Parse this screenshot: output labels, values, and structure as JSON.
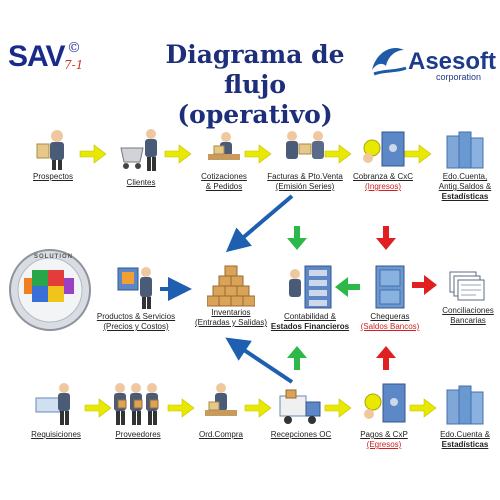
{
  "header": {
    "title_line1": "Diagrama de flujo",
    "title_line2": "(operativo)",
    "sav_brand": "SAV",
    "sav_copyright": "©",
    "sav_version": "7-1",
    "asesoft_name": "Asesoft",
    "asesoft_sub": "corporation",
    "solution_badge": "SOLUTION"
  },
  "nodes": {
    "prospectos": {
      "label": "Prospectos"
    },
    "clientes": {
      "label": "Clientes"
    },
    "cotizaciones": {
      "label1": "Cotizaciones",
      "label2": "& Pedidos"
    },
    "facturas": {
      "label1": "Facturas & Pto.Venta",
      "label2": "(Emisión Series)"
    },
    "cobranza": {
      "label1": "Cobranza & CxC",
      "label2": "(Ingresos)"
    },
    "edo_cuenta_top": {
      "label1": "Edo.Cuenta,",
      "label2": "Antig.Saldos &",
      "label3": "Estadísticas"
    },
    "productos": {
      "label1": "Productos & Servicios",
      "label2": "(Precios y Costos)"
    },
    "inventarios": {
      "label1": "Inventarios",
      "label2": "(Entradas y Salidas)"
    },
    "contabilidad": {
      "label1": "Contabilidad &",
      "label2": "Estados Financieros"
    },
    "chequeras": {
      "label1": "Chequeras",
      "label2": "(Saldos Bancos)"
    },
    "conciliaciones": {
      "label1": "Conciliaciones",
      "label2": "Bancarias"
    },
    "requisiciones": {
      "label": "Requisiciones"
    },
    "proveedores": {
      "label": "Proveedores"
    },
    "ord_compra": {
      "label": "Ord.Compra"
    },
    "recepciones": {
      "label": "Recepciones OC"
    },
    "pagos": {
      "label1": "Pagos & CxP",
      "label2": "(Egresos)"
    },
    "edo_cuenta_bottom": {
      "label1": "Edo.Cuenta &",
      "label2": "Estadísticas"
    }
  },
  "colors": {
    "title": "#1d2f7a",
    "arrow_yellow": "#e8e800",
    "arrow_green": "#2db84a",
    "arrow_red": "#e02020",
    "arrow_blue": "#1f5fb0",
    "label_red": "#d0201f"
  }
}
